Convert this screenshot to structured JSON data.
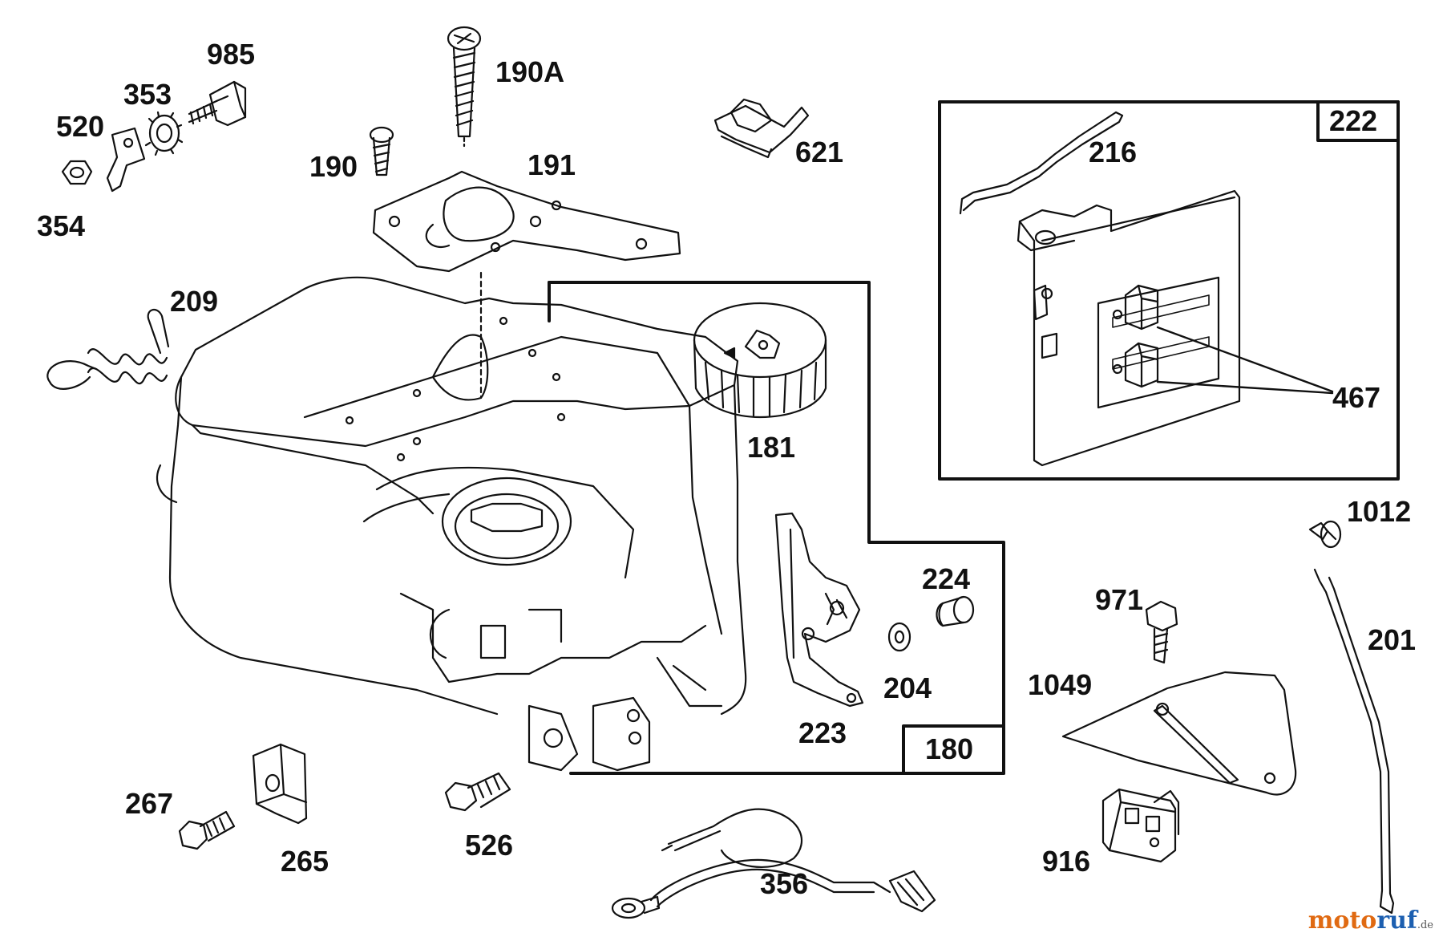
{
  "parts": {
    "p985": "985",
    "p353": "353",
    "p520": "520",
    "p354": "354",
    "p190A": "190A",
    "p190": "190",
    "p191": "191",
    "p621": "621",
    "p209": "209",
    "p222": "222",
    "p216": "216",
    "p467": "467",
    "p181": "181",
    "p224": "224",
    "p204": "204",
    "p223": "223",
    "p180": "180",
    "p1012": "1012",
    "p971": "971",
    "p201": "201",
    "p1049": "1049",
    "p916": "916",
    "p267": "267",
    "p265": "265",
    "p526": "526",
    "p356": "356"
  },
  "watermark": {
    "part1": "moto",
    "part2": "ruf",
    "part3": ".de"
  }
}
